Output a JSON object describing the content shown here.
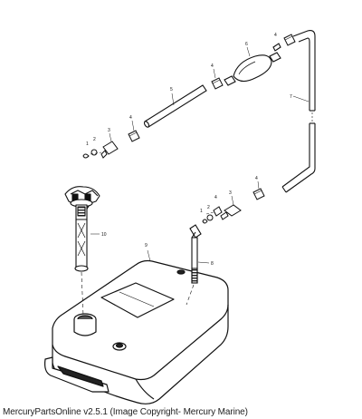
{
  "diagram": {
    "caption": "MercuryPartsOnline v2.5.1 (Image Copyright- Mercury Marine)",
    "callouts": {
      "fuel_tank": "9",
      "fuel_gauge_assembly": "10",
      "pickup_tube": "8",
      "connector_upper": "3",
      "connector_lower": "3",
      "fitting_a": "4",
      "fitting_b": "4",
      "fitting_c": "4",
      "fitting_d": "4",
      "clip_a": "1",
      "oring_a": "2",
      "clip_b": "1",
      "oring_b": "2",
      "hose_short": "5",
      "primer_bulb": "6",
      "hose_long": "7"
    }
  }
}
